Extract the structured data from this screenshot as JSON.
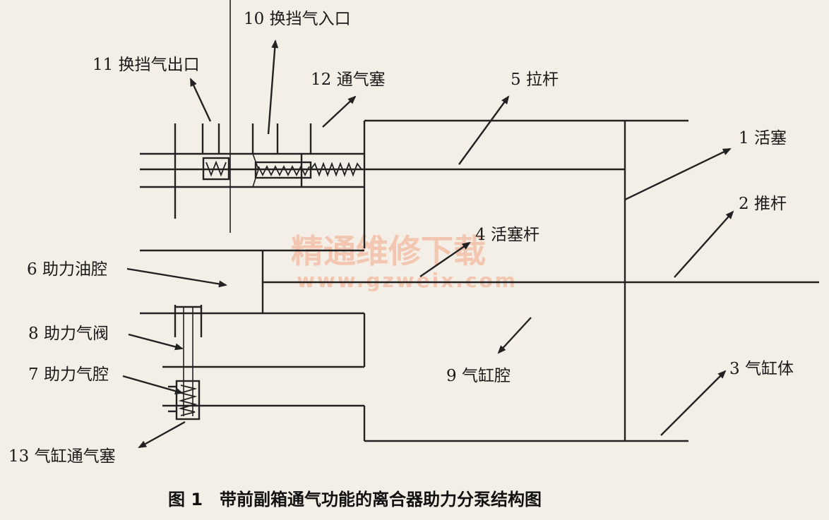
{
  "labels": {
    "l1": "1 活塞",
    "l2": "2 推杆",
    "l3": "3 气缸体",
    "l4": "4 活塞杆",
    "l5": "5 拉杆",
    "l6": "6 助力油腔",
    "l7": "7 助力气腔",
    "l8": "8 助力气阀",
    "l9": "9 气缸腔",
    "l10": "10 换挡气入口",
    "l11": "11 换挡气出口",
    "l12": "12 通气塞",
    "l13": "13 气缸通气塞"
  },
  "caption": "图 1　带前副箱通气功能的离合器助力分泵结构图",
  "watermark": {
    "line1": "精通维修下载",
    "line2": "www.gzweix.com"
  },
  "colors": {
    "background": "#f4efe6",
    "ink": "#222222",
    "watermark": "#f2b9a0"
  }
}
